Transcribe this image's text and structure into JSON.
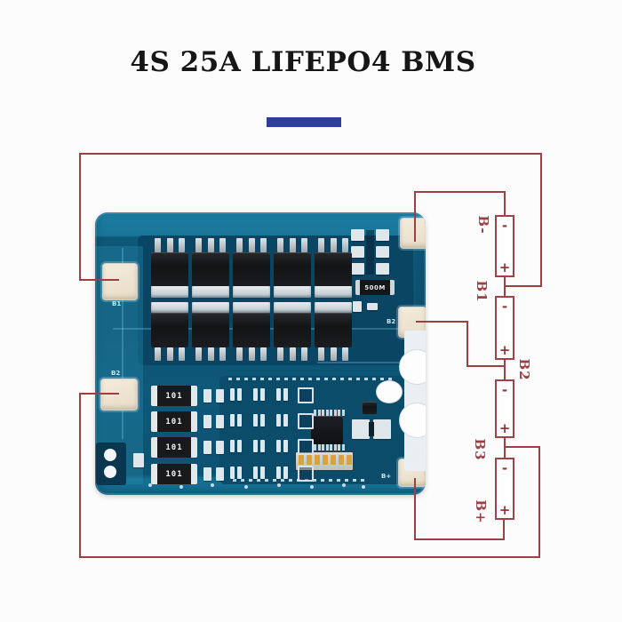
{
  "title": "4S 25A LIFEPO4 BMS",
  "colors": {
    "background": "#fcfcfc",
    "title_text": "#161616",
    "title_bar": "#2e3c9d",
    "wire": "#9c4044",
    "battery_outline": "#a04247",
    "pcb_base": "#0d5778",
    "solder_pad": "#ece2d0"
  },
  "diagram": {
    "battery_labels": [
      {
        "id": "b-minus",
        "text": "B-"
      },
      {
        "id": "b1",
        "text": "B1"
      },
      {
        "id": "b2",
        "text": "B2"
      },
      {
        "id": "b3",
        "text": "B3"
      },
      {
        "id": "b-plus",
        "text": "B+"
      }
    ],
    "cells": [
      {
        "id": "cell-1",
        "negative": "-",
        "positive": "+"
      },
      {
        "id": "cell-2",
        "negative": "-",
        "positive": "+"
      },
      {
        "id": "cell-3",
        "negative": "-",
        "positive": "+"
      },
      {
        "id": "cell-4",
        "negative": "-",
        "positive": "+"
      }
    ]
  },
  "board": {
    "silkscreen": {
      "pad_left_top": "B1",
      "pad_left_bottom": "B2",
      "pad_right_middle": "B2",
      "pad_right_bottom": "B+"
    },
    "resistor_label": "101",
    "fuse_label": "500M"
  }
}
